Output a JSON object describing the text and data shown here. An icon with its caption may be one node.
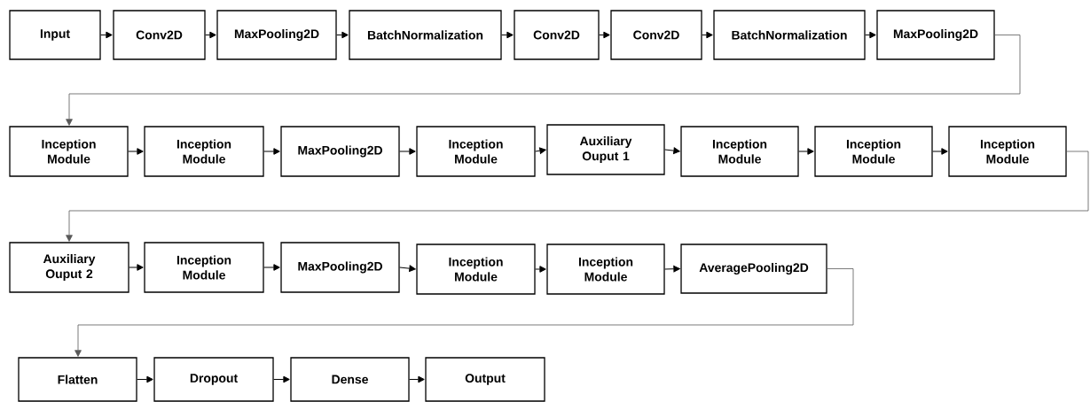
{
  "diagram": {
    "nodes": [
      {
        "text": [
          "Input"
        ]
      },
      {
        "text": [
          "Conv2D"
        ]
      },
      {
        "text": [
          "MaxPooling2D"
        ]
      },
      {
        "text": [
          "BatchNormalization"
        ]
      },
      {
        "text": [
          "Conv2D"
        ]
      },
      {
        "text": [
          "Conv2D"
        ]
      },
      {
        "text": [
          "BatchNormalization"
        ]
      },
      {
        "text": [
          "MaxPooling2D"
        ]
      },
      {
        "text": [
          "Inception Module"
        ]
      },
      {
        "text": [
          "Inception Module"
        ]
      },
      {
        "text": [
          "MaxPooling2D"
        ]
      },
      {
        "text": [
          "Inception Module"
        ]
      },
      {
        "text": [
          "Auxiliary Ouput 1"
        ]
      },
      {
        "text": [
          "Inception Module"
        ]
      },
      {
        "text": [
          "Inception Module"
        ]
      },
      {
        "text": [
          "Inception Module"
        ]
      },
      {
        "text": [
          "Auxiliary Ouput 2"
        ]
      },
      {
        "text": [
          "Inception Module"
        ]
      },
      {
        "text": [
          "MaxPooling2D"
        ]
      },
      {
        "text": [
          "Inception Module"
        ]
      },
      {
        "text": [
          "Inception Module"
        ]
      },
      {
        "text": [
          "AveragePooling2D"
        ]
      },
      {
        "text": [
          "Flatten"
        ]
      },
      {
        "text": [
          "Dropout"
        ]
      },
      {
        "text": [
          "Dense"
        ]
      },
      {
        "text": [
          "Output"
        ]
      }
    ],
    "edges": [
      {
        "from": 0,
        "to": 1,
        "arrow": "to"
      },
      {
        "from": 1,
        "to": 2,
        "arrow": "to"
      },
      {
        "from": 2,
        "to": 3,
        "arrow": "to"
      },
      {
        "from": 3,
        "to": 4,
        "arrow": "to"
      },
      {
        "from": 4,
        "to": 5,
        "arrow": "to"
      },
      {
        "from": 5,
        "to": 6,
        "arrow": "to"
      },
      {
        "from": 6,
        "to": 7,
        "arrow": "to"
      },
      {
        "from": 7,
        "to": 8,
        "arrow": "to",
        "color": "#595959"
      },
      {
        "from": 8,
        "to": 9,
        "arrow": "to"
      },
      {
        "from": 9,
        "to": 10,
        "arrow": "to"
      },
      {
        "from": 10,
        "to": 11,
        "arrow": "to"
      },
      {
        "from": 11,
        "to": 12,
        "arrow": "to"
      },
      {
        "from": 12,
        "to": 13,
        "arrow": "to"
      },
      {
        "from": 13,
        "to": 14,
        "arrow": "to"
      },
      {
        "from": 14,
        "to": 15,
        "arrow": "to"
      },
      {
        "from": 15,
        "to": 16,
        "arrow": "to",
        "color": "#595959"
      },
      {
        "from": 16,
        "to": 17,
        "arrow": "to"
      },
      {
        "from": 17,
        "to": 18,
        "arrow": "to"
      },
      {
        "from": 18,
        "to": 19,
        "arrow": "to"
      },
      {
        "from": 19,
        "to": 20,
        "arrow": "to"
      },
      {
        "from": 20,
        "to": 21,
        "arrow": "to"
      },
      {
        "from": 21,
        "to": 22,
        "arrow": "to",
        "color": "#595959"
      },
      {
        "from": 22,
        "to": 23,
        "arrow": "to"
      },
      {
        "from": 23,
        "to": 24,
        "arrow": "to"
      },
      {
        "from": 24,
        "to": 25,
        "arrow": "to"
      }
    ]
  }
}
